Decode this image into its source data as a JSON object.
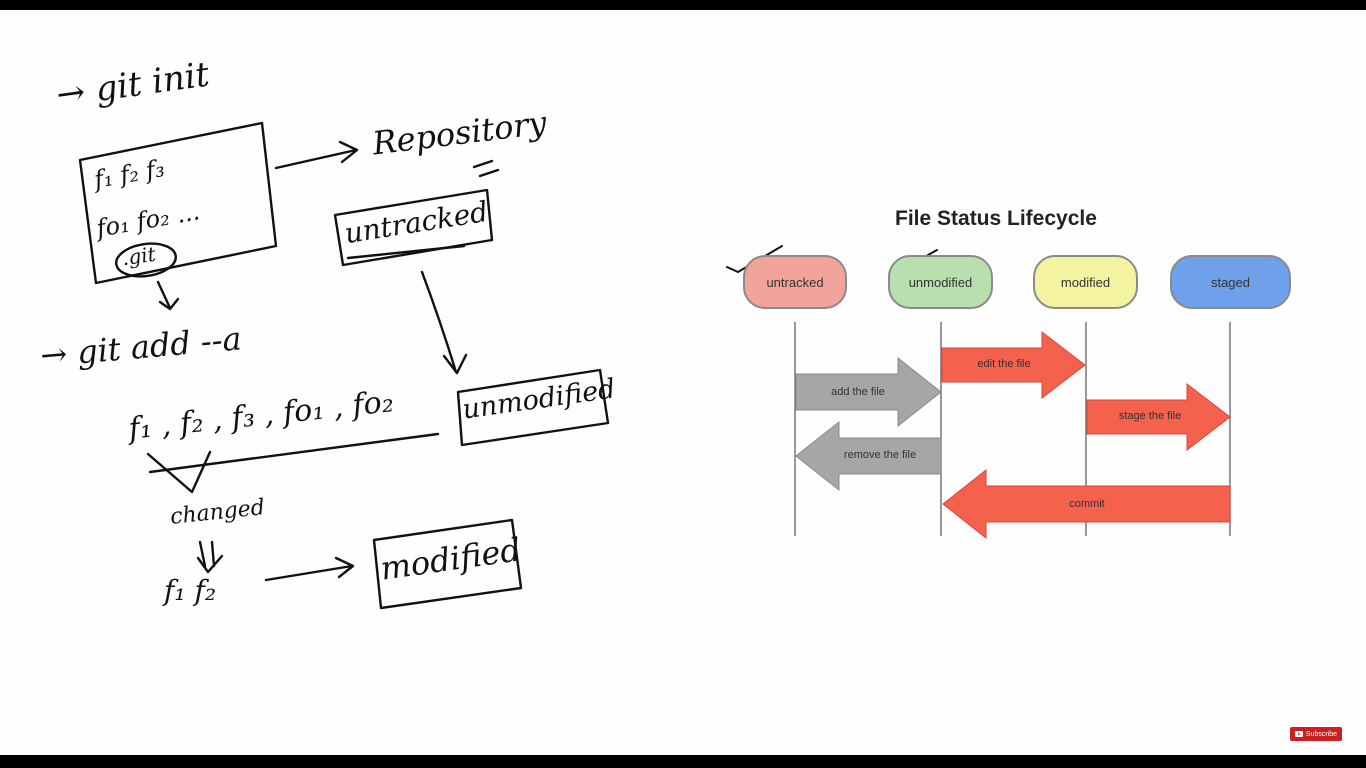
{
  "notes": {
    "git_init": "→ git init",
    "repository": "Repository",
    "box_row1": "f₁   f₂   f₃",
    "box_row2": "fo₁  fo₂ ...",
    "git_folder": ".git",
    "untracked": "untracked",
    "git_add": "→ git add --a",
    "file_list": "f₁ , f₂ , f₃ , fo₁ , fo₂",
    "unmodified": "unmodified",
    "changed": "changed",
    "changed_files": "f₁ f₂",
    "modified": "modified"
  },
  "diagram": {
    "title": "File Status Lifecycle",
    "states": [
      {
        "label": "untracked",
        "color": "#f2a39a"
      },
      {
        "label": "unmodified",
        "color": "#b9dfae"
      },
      {
        "label": "modified",
        "color": "#f4f4a0"
      },
      {
        "label": "staged",
        "color": "#6ea1ea"
      }
    ],
    "transitions": [
      {
        "label": "add the file",
        "color": "#a6a6a6"
      },
      {
        "label": "edit the file",
        "color": "#f4624e"
      },
      {
        "label": "stage the file",
        "color": "#f4624e"
      },
      {
        "label": "remove the file",
        "color": "#a6a6a6"
      },
      {
        "label": "commit",
        "color": "#f4624e"
      }
    ]
  },
  "subscribe": "Subscribe"
}
